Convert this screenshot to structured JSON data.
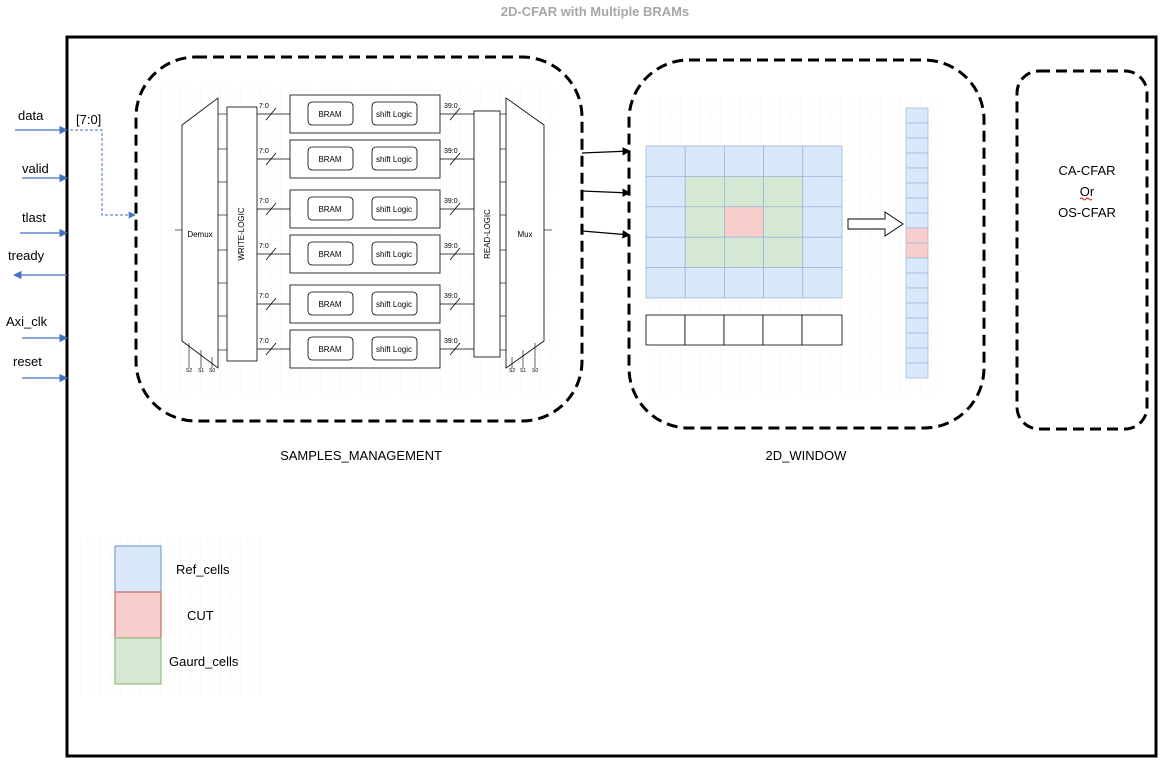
{
  "title": "2D-CFAR with Multiple BRAMs",
  "signals": [
    {
      "label": "data",
      "direction": "in"
    },
    {
      "label": "valid",
      "direction": "in"
    },
    {
      "label": "tlast",
      "direction": "in"
    },
    {
      "label": "tready",
      "direction": "out"
    },
    {
      "label": "Axi_clk",
      "direction": "in"
    },
    {
      "label": "reset",
      "direction": "in"
    }
  ],
  "bus_label": "[7:0]",
  "samples_management": {
    "label": "SAMPLES_MANAGEMENT",
    "demux_label": "Demux",
    "write_logic_label": "WRITE-LOGIC",
    "read_logic_label": "READ-LOGIC",
    "mux_label": "Mux",
    "rows": [
      {
        "in_width": "7:0",
        "bram": "BRAM",
        "shift": "shift Logic",
        "out_width": "39:0"
      },
      {
        "in_width": "7:0",
        "bram": "BRAM",
        "shift": "shift Logic",
        "out_width": "39:0"
      },
      {
        "in_width": "7:0",
        "bram": "BRAM",
        "shift": "shift Logic",
        "out_width": "39:0"
      },
      {
        "in_width": "7:0",
        "bram": "BRAM",
        "shift": "shift Logic",
        "out_width": "39:0"
      },
      {
        "in_width": "7:0",
        "bram": "BRAM",
        "shift": "shift Logic",
        "out_width": "39:0"
      },
      {
        "in_width": "7:0",
        "bram": "BRAM",
        "shift": "shift Logic",
        "out_width": "39:0"
      }
    ],
    "select_pins": [
      "S2",
      "S1",
      "S0"
    ]
  },
  "window": {
    "label": "2D_WINDOW",
    "grid": [
      [
        "ref",
        "ref",
        "ref",
        "ref",
        "ref"
      ],
      [
        "ref",
        "guard",
        "guard",
        "guard",
        "ref"
      ],
      [
        "ref",
        "guard",
        "cut",
        "guard",
        "ref"
      ],
      [
        "ref",
        "guard",
        "guard",
        "guard",
        "ref"
      ],
      [
        "ref",
        "ref",
        "ref",
        "ref",
        "ref"
      ]
    ],
    "column": [
      "ref",
      "ref",
      "ref",
      "ref",
      "ref",
      "ref",
      "ref",
      "ref",
      "ref",
      "ref",
      "ref",
      "ref",
      "ref",
      "ref",
      "ref",
      "ref",
      "ref",
      "ref"
    ]
  },
  "detector": {
    "lines": [
      "CA-CFAR",
      "Or",
      "OS-CFAR"
    ]
  },
  "legend": [
    {
      "label": "Ref_cells",
      "color": "#dae8fc",
      "stroke": "#6c8ebf"
    },
    {
      "label": "CUT",
      "color": "#f8cecc",
      "stroke": "#b85450"
    },
    {
      "label": "Gaurd_cells",
      "color": "#d5e8d4",
      "stroke": "#82b366"
    }
  ],
  "colors": {
    "ref": "#dae8fc",
    "guard": "#d5e8d4",
    "cut": "#f8cecc",
    "signal_arrow": "#4472c4"
  }
}
